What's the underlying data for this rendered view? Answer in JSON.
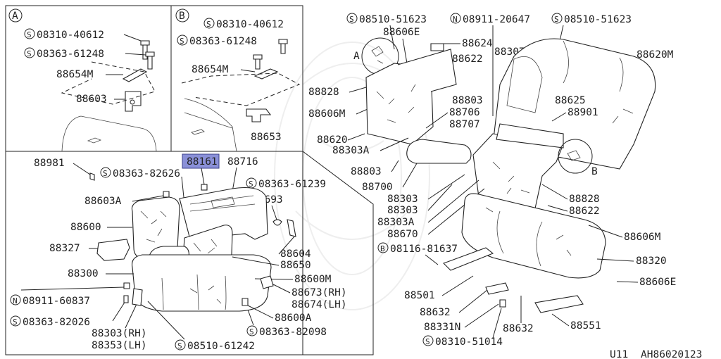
{
  "diagram": {
    "footer": {
      "code": "U11",
      "ref": "AH86020123"
    },
    "insets": {
      "a_letter": "A",
      "b_letter": "B"
    },
    "highlight": {
      "label": "88161",
      "color": "#8a90d8"
    },
    "labels": {
      "a_screw": "08310-40612",
      "a_screw_prefix": "S",
      "a_bolt": "08363-61248",
      "a_bolt_prefix": "S",
      "a_cover": "88654M",
      "a_bracket": "88603",
      "b_screw": "08310-40612",
      "b_screw_prefix": "S",
      "b_bolt": "08363-61248",
      "b_bolt_prefix": "S",
      "b_cover": "88654M",
      "b_bracket": "88653",
      "l_hook": "88981",
      "l_bolt1": "08363-82626",
      "l_bolt1_prefix": "S",
      "l_88716": "88716",
      "l_bolt2": "08363-61239",
      "l_bolt2_prefix": "S",
      "l_88693": "88693",
      "l_88603A": "88603A",
      "l_88600": "88600",
      "l_88327": "88327",
      "l_88604": "88604",
      "l_88650": "88650",
      "l_88300": "88300",
      "l_88600M": "88600M",
      "l_nut": "08911-60837",
      "l_nut_prefix": "N",
      "l_88673": "88673(RH)",
      "l_88674": "88674(LH)",
      "l_bolt3": "08363-82026",
      "l_bolt3_prefix": "S",
      "l_88600A": "88600A",
      "l_88303rh": "88303(RH)",
      "l_88353lh": "88353(LH)",
      "l_bolt4": "08510-61242",
      "l_bolt4_prefix": "S",
      "l_bolt5": "08363-82098",
      "l_bolt5_prefix": "S",
      "r_s1": "08510-51623",
      "r_s1_prefix": "S",
      "r_n1": "08911-20647",
      "r_n1_prefix": "N",
      "r_s2": "08510-51623",
      "r_s2_prefix": "S",
      "r_88606E": "88606E",
      "r_88624": "88624",
      "r_88622a": "88622",
      "r_88307A": "88307A",
      "r_88620M": "88620M",
      "r_A": "A",
      "r_88828a": "88828",
      "r_88606Ma": "88606M",
      "r_88620": "88620",
      "r_88803a": "88803",
      "r_88706": "88706",
      "r_88707": "88707",
      "r_88303Aa": "88303A",
      "r_88625": "88625",
      "r_88901": "88901",
      "r_B": "B",
      "r_88803b": "88803",
      "r_88700": "88700",
      "r_88303a": "88303",
      "r_88303b": "88303",
      "r_88303Ab": "88303A",
      "r_88670": "88670",
      "r_88828b": "88828",
      "r_88622b": "88622",
      "r_88606Mb": "88606M",
      "r_bolt": "08116-81637",
      "r_bolt_prefix": "B",
      "r_88320": "88320",
      "r_88606Eb": "88606E",
      "r_88501": "88501",
      "r_88632a": "88632",
      "r_88331N": "88331N",
      "r_88632b": "88632",
      "r_88551": "88551",
      "r_screw": "08310-51014",
      "r_screw_prefix": "S"
    }
  }
}
